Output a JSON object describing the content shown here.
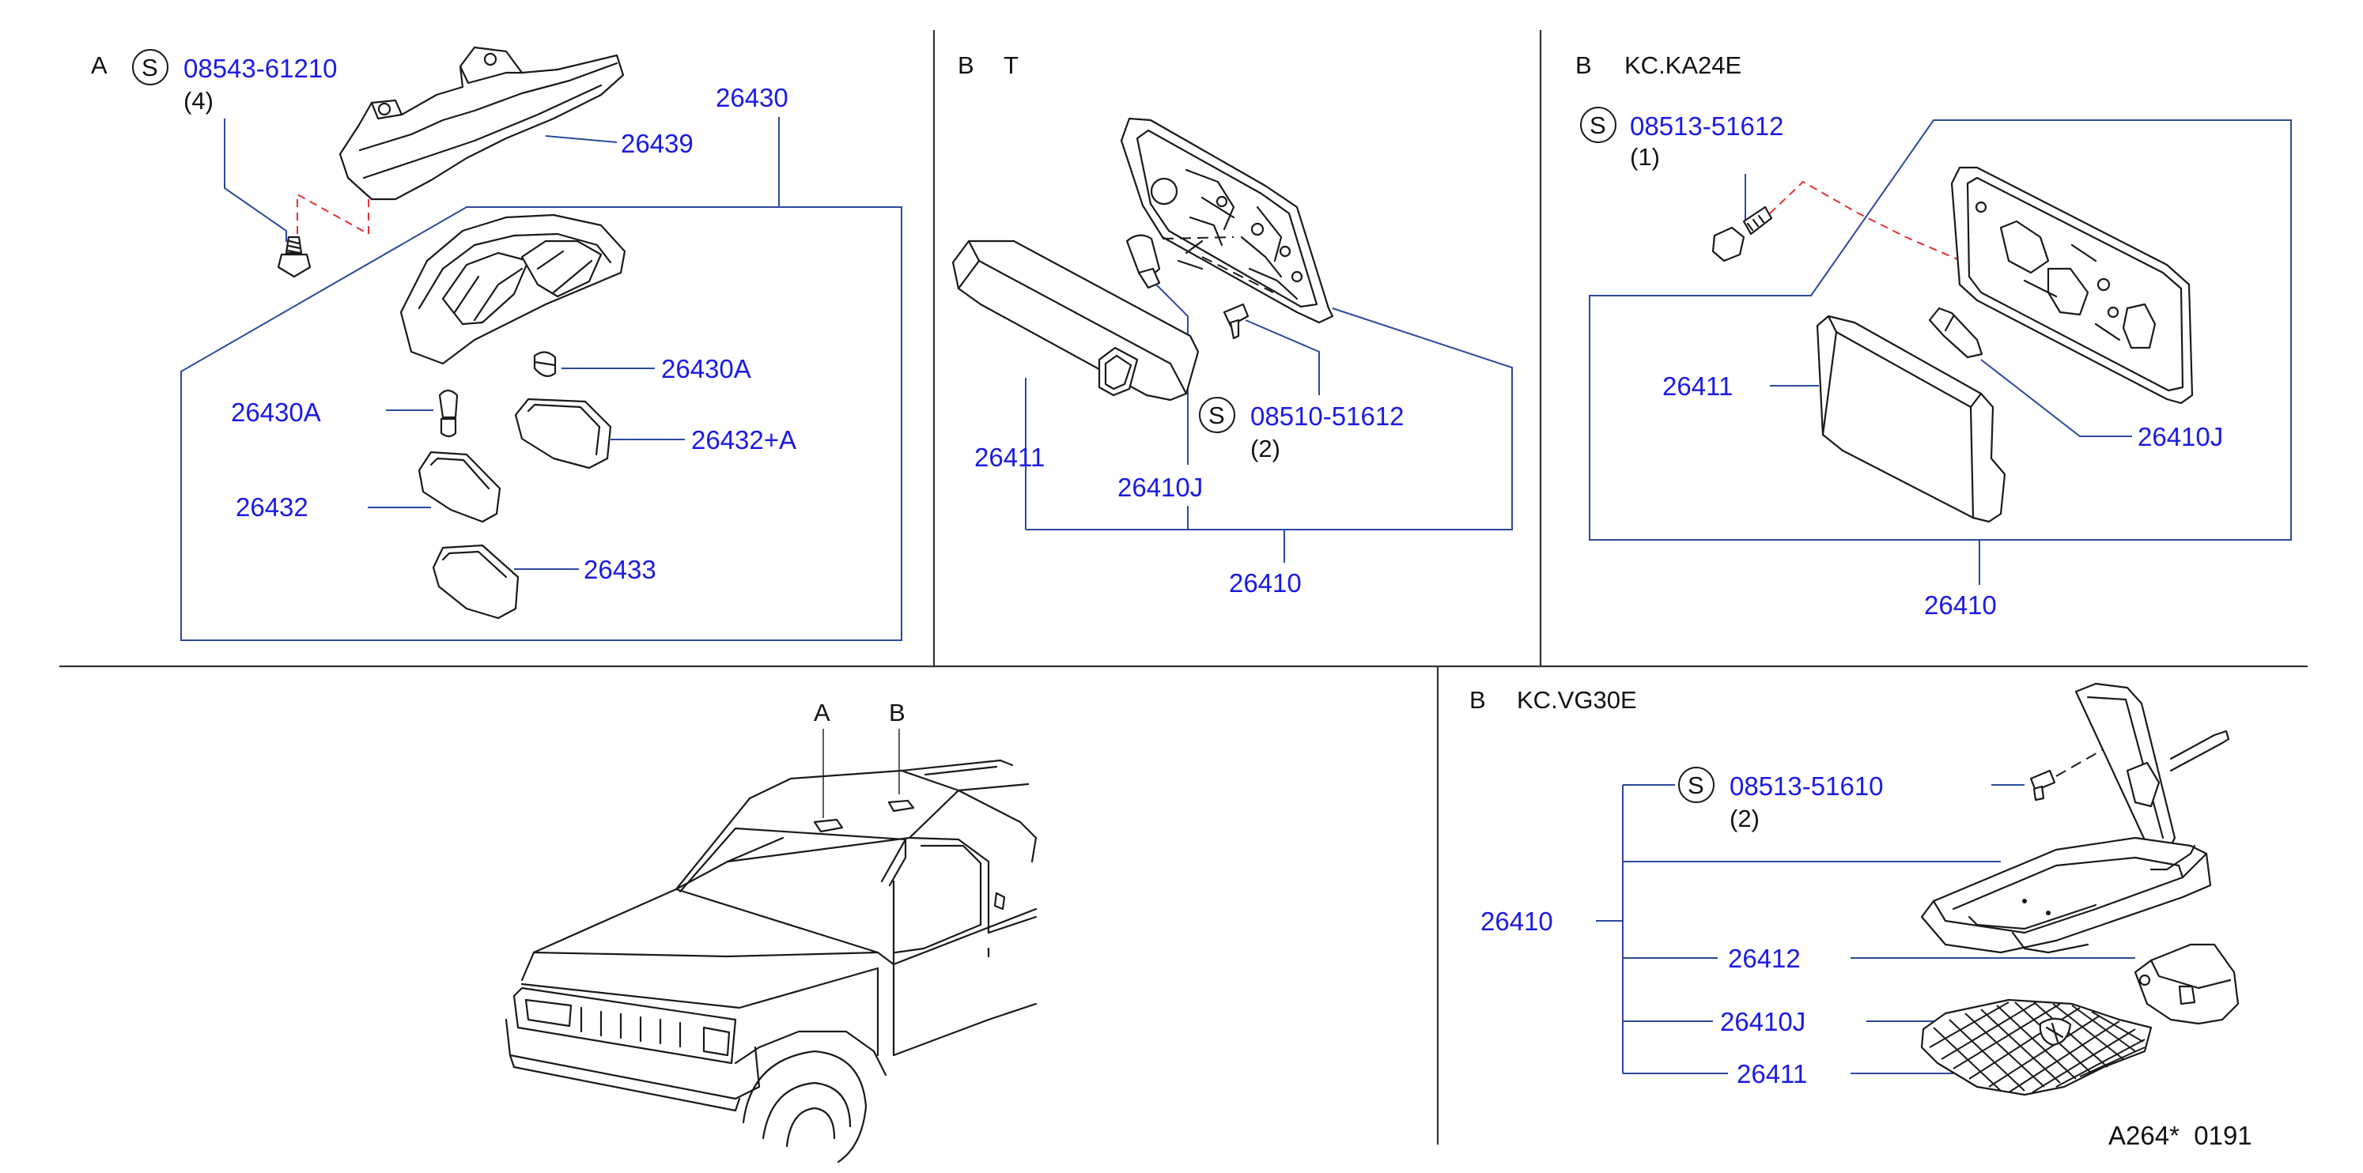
{
  "sections": {
    "A": {
      "letter": "A",
      "screw_symbol": "S",
      "screw_part": "08543-61210",
      "screw_qty": "(4)",
      "bracket": "26439",
      "assembly": "26430",
      "bulb_right": "26430A",
      "bulb_left": "26430A",
      "lens_right": "26432+A",
      "lens_left": "26432",
      "lens_bottom": "26433"
    },
    "BT": {
      "letter": "B",
      "variant": "T",
      "screw_symbol": "S",
      "screw_part": "08510-51612",
      "screw_qty": "(2)",
      "lens": "26411",
      "bulb": "26410J",
      "assembly": "26410"
    },
    "BKA": {
      "letter": "B",
      "variant": "KC.KA24E",
      "screw_symbol": "S",
      "screw_part": "08513-51612",
      "screw_qty": "(1)",
      "lens": "26411",
      "bulb": "26410J",
      "assembly": "26410"
    },
    "BVG": {
      "letter": "B",
      "variant": "KC.VG30E",
      "screw_symbol": "S",
      "screw_part": "08513-51610",
      "screw_qty": "(2)",
      "assembly": "26410",
      "bracket": "26412",
      "bulb": "26410J",
      "lens": "26411"
    },
    "truck": {
      "loc_a": "A",
      "loc_b": "B"
    }
  },
  "footer": {
    "code": "A264*  0191"
  },
  "colors": {
    "part_number": "#1a1ae6",
    "leader": "#2a4a9c",
    "red_dash": "#e53030",
    "line": "#1a1a1a"
  }
}
